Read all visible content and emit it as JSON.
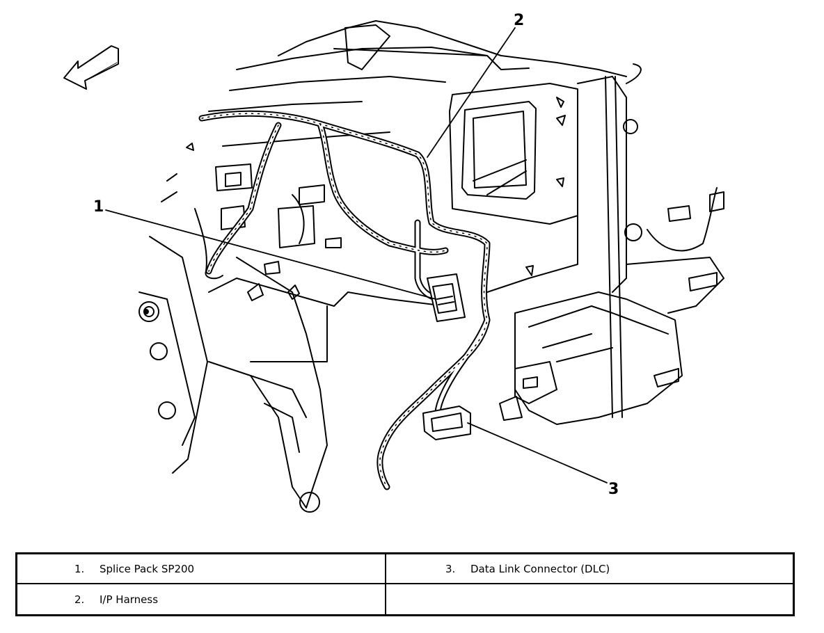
{
  "callouts": [
    "1",
    "2",
    "3"
  ],
  "legend": [
    {
      "num": "1.",
      "label": "Splice Pack SP200"
    },
    {
      "num": "3.",
      "label": "Data Link Connector (DLC)"
    },
    {
      "num": "2.",
      "label": "I/P Harness"
    },
    {
      "num": "",
      "label": ""
    }
  ],
  "icons": {
    "direction": "forward-arrow-icon"
  },
  "colors": {
    "line": "#000000",
    "background": "#ffffff"
  }
}
